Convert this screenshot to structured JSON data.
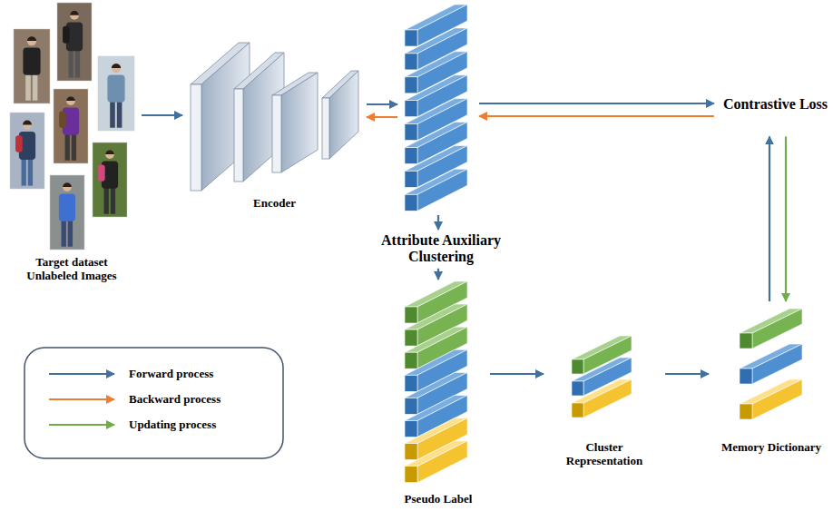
{
  "diagram": {
    "nodes": [
      {
        "text": [
          "Target dataset Unlabeled Images"
        ]
      },
      {
        "text": [
          "Encoder"
        ]
      },
      {
        "text": []
      },
      {
        "text": [
          "Contrastive Loss"
        ]
      },
      {
        "text": [
          "Attribute Auxiliary Clustering"
        ]
      },
      {
        "text": [
          "Pseudo Label"
        ]
      },
      {
        "text": [
          "Cluster Representation"
        ]
      },
      {
        "text": [
          "Memory Dictionary"
        ]
      }
    ],
    "edges": [
      {
        "from": 0,
        "to": 1,
        "arrow": "to"
      },
      {
        "from": 1,
        "to": 2,
        "arrow": "to"
      },
      {
        "from": 2,
        "to": 1,
        "arrow": "to"
      },
      {
        "from": 2,
        "to": 3,
        "arrow": "to"
      },
      {
        "from": 3,
        "to": 2,
        "arrow": "to"
      },
      {
        "from": 2,
        "to": 4,
        "arrow": "to"
      },
      {
        "from": 4,
        "to": 5,
        "arrow": "to"
      },
      {
        "from": 5,
        "to": 6,
        "arrow": "to"
      },
      {
        "from": 6,
        "to": 7,
        "arrow": "to"
      },
      {
        "from": 7,
        "to": 3,
        "arrow": "to"
      },
      {
        "from": 3,
        "to": 7,
        "arrow": "to"
      }
    ],
    "legend": [
      {
        "text": "Forward process"
      },
      {
        "text": "Backward process"
      },
      {
        "text": "Updating process"
      }
    ]
  }
}
